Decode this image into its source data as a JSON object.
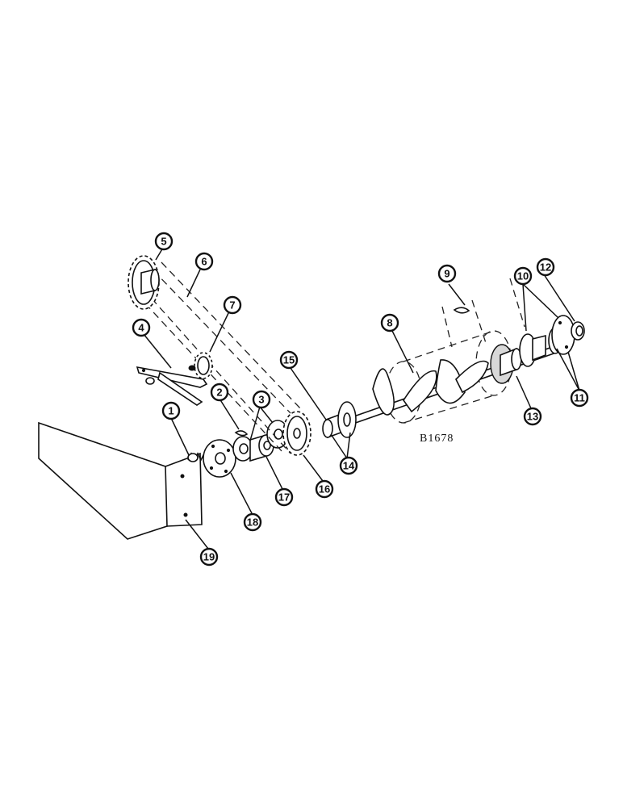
{
  "diagram": {
    "drawing_code": "B1678",
    "callouts": [
      "1",
      "2",
      "3",
      "4",
      "5",
      "6",
      "7",
      "8",
      "9",
      "10",
      "11",
      "12",
      "13",
      "14",
      "15",
      "16",
      "17",
      "18",
      "19"
    ]
  }
}
